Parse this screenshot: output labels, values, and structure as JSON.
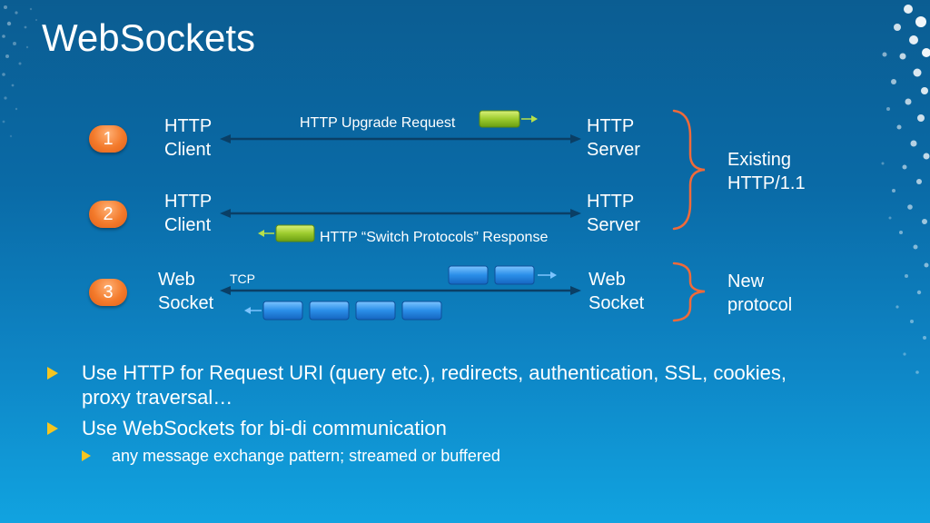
{
  "title": "WebSockets",
  "steps": [
    {
      "number": "1",
      "left": "HTTP\nClient",
      "right": "HTTP\nServer",
      "message": "HTTP Upgrade Request"
    },
    {
      "number": "2",
      "left": "HTTP\nClient",
      "right": "HTTP\nServer",
      "message": "HTTP “Switch Protocols” Response"
    },
    {
      "number": "3",
      "left": "Web\nSocket",
      "right": "Web\nSocket",
      "message": "TCP"
    }
  ],
  "groups": [
    {
      "label": "Existing\nHTTP/1.1"
    },
    {
      "label": "New\nprotocol"
    }
  ],
  "bullets": [
    {
      "text": "Use HTTP for Request URI (query etc.), redirects, authentication, SSL, cookies, proxy traversal…"
    },
    {
      "text": "Use WebSockets for bi-di communication"
    }
  ],
  "sub_bullets": [
    {
      "text": "any message exchange pattern; streamed or buffered"
    }
  ],
  "colors": {
    "bullet": "#f5c520",
    "badge": "#f37a2b",
    "brace": "#f06a3a",
    "packet_http": "#9dcc2e",
    "packet_ws": "#2a8ee8",
    "line": "#0a3f66"
  }
}
